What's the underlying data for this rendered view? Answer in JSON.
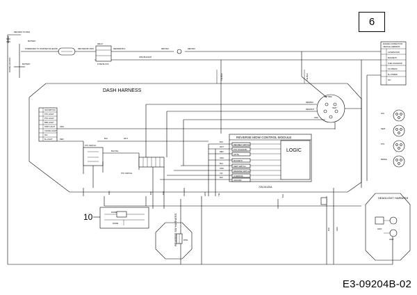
{
  "page_number": "6",
  "document_code": "E3-09204B-02",
  "callout_label": "10",
  "dash_harness_label": "DASH HARNESS",
  "module_title": "REVERSE MOW CONTROL MODULE",
  "module_logic_label": "LOGIC",
  "module_part_number": "725-04120A",
  "headlight_harness_label": "HEADLIGHT HARNESS",
  "reverse_harness_label": "REVERSE SW HARNESS",
  "line_color": "#000000",
  "background_color": "#ffffff"
}
